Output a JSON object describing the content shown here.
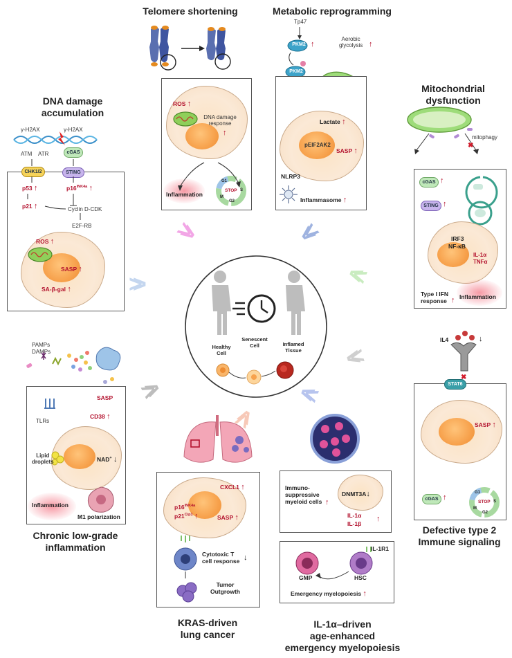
{
  "titles": {
    "telomere": "Telomere shortening",
    "metabolic": "Metabolic reprogramming",
    "dna_line1": "DNA damage",
    "dna_line2": "accumulation",
    "mito_line1": "Mitochondrial",
    "mito_line2": "dysfunction",
    "chronic_line1": "Chronic low-grade",
    "chronic_line2": "inflammation",
    "kras_line1": "KRAS-driven",
    "kras_line2": "lung cancer",
    "il1_line1": "IL-1α–driven",
    "il1_line2": "age-enhanced",
    "il1_line3": "emergency myelopoiesis",
    "type2_line1": "Defective type 2",
    "type2_line2": "Immune signaling"
  },
  "center": {
    "healthy": "Healthy Cell",
    "senescent": "Senescent Cell",
    "inflamed": "Inflamed Tissue"
  },
  "telomere": {
    "ros": "ROS",
    "ddr_line1": "DNA damage",
    "ddr_line2": "response",
    "inflammation": "Inflammation",
    "g1": "G1",
    "stop": "STOP",
    "s": "S",
    "g2": "G2",
    "m": "M"
  },
  "metabolic": {
    "tp47": "Tp47",
    "pkm2": "PKM2",
    "aerobic_line1": "Aerobic",
    "aerobic_line2": "glycolysis",
    "lactate": "Lactate",
    "peif": "pEIF2AK2",
    "sasp": "SASP",
    "nlrp3": "NLRP3",
    "inflammasome": "Inflammasome"
  },
  "dna": {
    "h2ax_left": "γ-H2AX",
    "h2ax_right": "γ-H2AX",
    "atm": "ATM",
    "atr": "ATR",
    "cgas": "cGAS",
    "chk": "CHK1/2",
    "sting": "STING",
    "p53": "p53",
    "p16": "p16",
    "p16_sup": "INK4a",
    "p21": "p21",
    "cyclin": "Cyclin D-CDK",
    "e2f": "E2F-RB",
    "ros": "ROS",
    "sasp": "SASP",
    "sabgal": "SA-β-gal"
  },
  "mito": {
    "mitophagy": "mitophagy",
    "cgas": "cGAS",
    "sting": "STING",
    "irf3": "IRF3",
    "nfkb": "NF-κB",
    "il1a": "IL-1α",
    "tnfa": "TNFα",
    "typeI_line1": "Type I IFN",
    "typeI_line2": "response",
    "inflammation": "Inflammation"
  },
  "chronic": {
    "pamps": "PAMPs",
    "damps": "DAMPs",
    "sasp": "SASP",
    "tlrs": "TLRs",
    "cd38": "CD38",
    "lipid_line1": "Lipid",
    "lipid_line2": "droplets",
    "nad": "NAD",
    "nad_sup": "+",
    "inflammation": "Inflammation",
    "m1": "M1 polarization"
  },
  "kras": {
    "cxcl1": "CXCL1",
    "p16": "p16",
    "p16_sup": "INK4a",
    "p21": "p21",
    "p21_sup": "Cip1",
    "sasp": "SASP",
    "cyto_line1": "Cytotoxic T",
    "cyto_line2": "cell response",
    "tumor_line1": "Tumor",
    "tumor_line2": "Outgrowth"
  },
  "il1": {
    "immuno_line1": "Immuno-",
    "immuno_line2": "suppressive",
    "immuno_line3": "myeloid cells",
    "dnmt": "DNMT3A",
    "il1a": "IL-1α",
    "il1b": "IL-1β",
    "il1r1": "IL-1R1",
    "gmp": "GMP",
    "hsc": "HSC",
    "emergency": "Emergency myelopoiesis"
  },
  "type2": {
    "il4": "IL4",
    "stat6": "STAT6",
    "sasp": "SASP",
    "cgas": "cGAS",
    "g1": "G1",
    "stop": "STOP",
    "s": "S",
    "g2": "G2",
    "m": "M"
  },
  "colors": {
    "accent_red": "#b3122e",
    "cell_fill": "#fbe3c4",
    "nucleus": "#f7a24d"
  }
}
